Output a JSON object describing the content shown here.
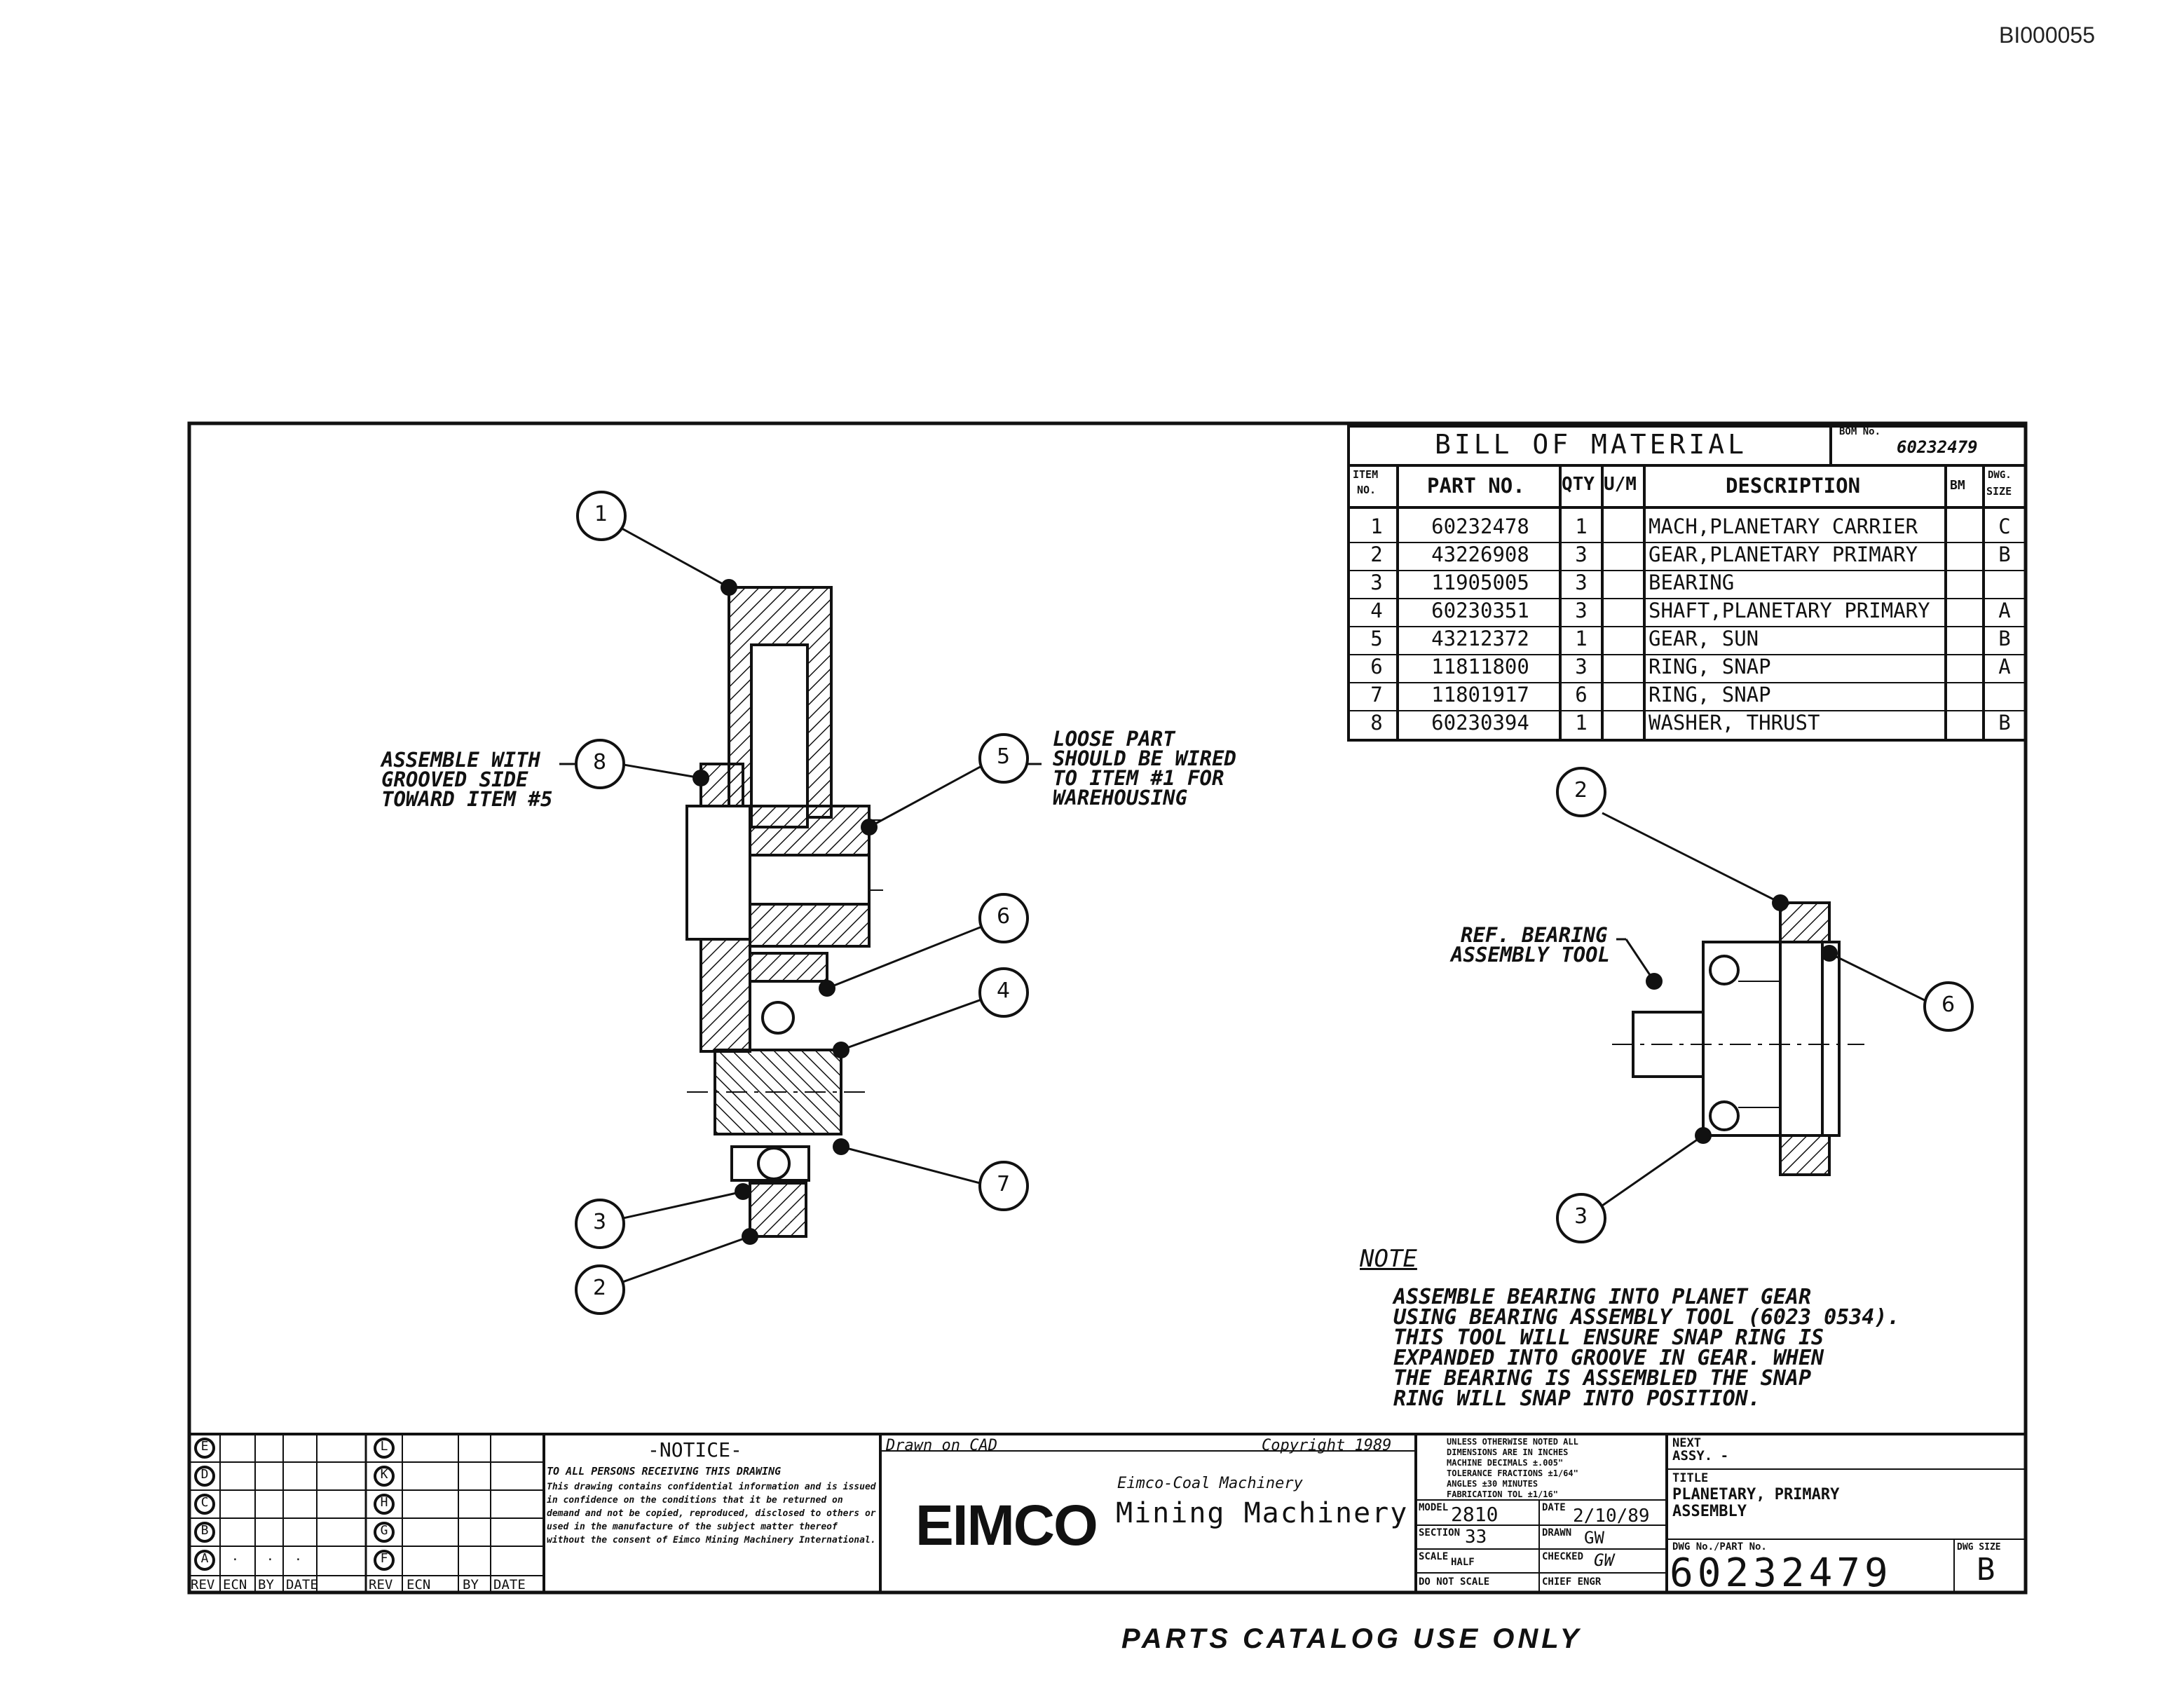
{
  "doc_id": "BI000055",
  "footer": "PARTS CATALOG USE ONLY",
  "bom": {
    "title": "BILL OF MATERIAL",
    "number_label": "BOM No.",
    "number": "60232479",
    "headers": {
      "item_line1": "ITEM",
      "item_line2": "NO.",
      "part_no": "PART NO.",
      "qty": "QTY",
      "um": "U/M",
      "description": "DESCRIPTION",
      "bm": "BM",
      "size_line1": "DWG.",
      "size_line2": "SIZE"
    },
    "rows": [
      {
        "item": "1",
        "part": "60232478",
        "qty": "1",
        "um": "",
        "desc": "MACH,PLANETARY CARRIER",
        "bm": "",
        "size": "C"
      },
      {
        "item": "2",
        "part": "43226908",
        "qty": "3",
        "um": "",
        "desc": "GEAR,PLANETARY PRIMARY",
        "bm": "",
        "size": "B"
      },
      {
        "item": "3",
        "part": "11905005",
        "qty": "3",
        "um": "",
        "desc": "BEARING",
        "bm": "",
        "size": ""
      },
      {
        "item": "4",
        "part": "60230351",
        "qty": "3",
        "um": "",
        "desc": "SHAFT,PLANETARY PRIMARY",
        "bm": "",
        "size": "A"
      },
      {
        "item": "5",
        "part": "43212372",
        "qty": "1",
        "um": "",
        "desc": "GEAR, SUN",
        "bm": "",
        "size": "B"
      },
      {
        "item": "6",
        "part": "11811800",
        "qty": "3",
        "um": "",
        "desc": "RING, SNAP",
        "bm": "",
        "size": "A"
      },
      {
        "item": "7",
        "part": "11801917",
        "qty": "6",
        "um": "",
        "desc": "RING, SNAP",
        "bm": "",
        "size": ""
      },
      {
        "item": "8",
        "part": "60230394",
        "qty": "1",
        "um": "",
        "desc": "WASHER, THRUST",
        "bm": "",
        "size": "B"
      }
    ]
  },
  "callouts": {
    "assemble_with": "ASSEMBLE WITH",
    "grooved_side": "GROOVED SIDE",
    "toward_item": "TOWARD ITEM #5",
    "loose_part_1": "LOOSE PART",
    "loose_part_2": "SHOULD BE WIRED",
    "loose_part_3": "TO ITEM #1 FOR",
    "loose_part_4": "WAREHOUSING",
    "ref_bearing_1": "REF. BEARING",
    "ref_bearing_2": "ASSEMBLY TOOL"
  },
  "balloons": {
    "b1": "1",
    "b8": "8",
    "b5": "5",
    "b6": "6",
    "b4": "4",
    "b7": "7",
    "b3": "3",
    "b2": "2",
    "r2": "2",
    "r6": "6",
    "r3": "3"
  },
  "note": {
    "heading": "NOTE",
    "lines": [
      "ASSEMBLE BEARING INTO PLANET GEAR",
      "USING BEARING ASSEMBLY TOOL (6023 0534).",
      "THIS TOOL WILL ENSURE SNAP RING IS",
      "EXPANDED INTO GROOVE IN GEAR. WHEN",
      "THE BEARING IS ASSEMBLED THE SNAP",
      "RING WILL SNAP INTO POSITION."
    ]
  },
  "revision_block": {
    "left_letters": [
      "E",
      "D",
      "C",
      "B",
      "A"
    ],
    "right_letters": [
      "L",
      "K",
      "H",
      "G",
      "F"
    ],
    "a_row_marks": [
      ".",
      ".",
      "."
    ],
    "headers": [
      "REV",
      "ECN",
      "BY",
      "DATE",
      "REV",
      "ECN",
      "BY",
      "DATE"
    ]
  },
  "notice": {
    "heading": "-NOTICE-",
    "lead": "TO ALL PERSONS RECEIVING THIS DRAWING",
    "body": "This drawing contains confidential information and is issued in confidence on the conditions that it be returned on demand and not be copied, reproduced, disclosed to others or used in the manufacture of the subject matter thereof without the consent of Eimco Mining Machinery International."
  },
  "title_block": {
    "drawn_on": "Drawn on CAD",
    "copyright": "Copyright 1989",
    "company_small": "Eimco-Coal Machinery",
    "logo": "EIMCO",
    "company": "Mining Machinery",
    "tolerance_lines": [
      "UNLESS OTHERWISE NOTED ALL",
      "DIMENSIONS ARE IN INCHES",
      "MACHINE  DECIMALS ±.005\"",
      "TOLERANCE  FRACTIONS ±1/64\"",
      "ANGLES ±30 MINUTES",
      "FABRICATION TOL ±1/16\""
    ],
    "model_label": "MODEL",
    "model": "2810",
    "date_label": "DATE",
    "date": "2/10/89",
    "section_label": "SECTION",
    "section": "33",
    "drawn_label": "DRAWN",
    "drawn": "GW",
    "scale_label": "SCALE",
    "scale": "HALF",
    "checked_label": "CHECKED",
    "checked": "GW",
    "do_not_scale": "DO NOT SCALE",
    "chief_label": "CHIEF ENGR",
    "next_assy_label": "NEXT",
    "next_assy": "ASSY. -",
    "title_label": "TITLE",
    "title_line1": "PLANETARY, PRIMARY",
    "title_line2": "ASSEMBLY",
    "dwg_label": "DWG No./PART No.",
    "dwg_number": "60232479",
    "size_label": "DWG SIZE",
    "size": "B"
  }
}
